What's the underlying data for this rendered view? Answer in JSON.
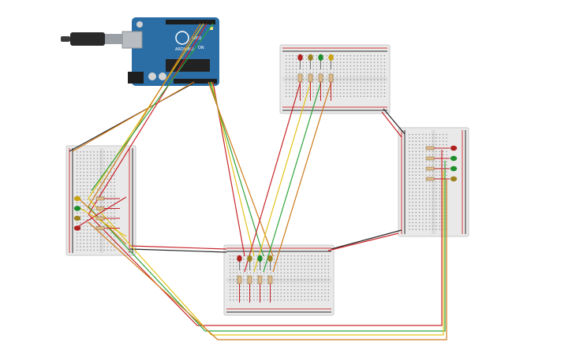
{
  "arduino": {
    "brand_text": "ARDUINO",
    "model_text": "UNO",
    "board_color": "#2b6ea5",
    "on_label": "ON"
  },
  "colors": {
    "wire_red": "#c8262a",
    "wire_yellow": "#e3c21a",
    "wire_green": "#2ea43a",
    "wire_orange": "#cf7a1c",
    "wire_black": "#222222",
    "led_red": "#b0201e",
    "led_yellow": "#c9a514",
    "led_green": "#1f8f2d",
    "led_amber": "#9c8320"
  },
  "breadboards": [
    {
      "id": "left",
      "leds": [
        "led_yellow",
        "led_green",
        "led_amber",
        "led_red"
      ]
    },
    {
      "id": "top-center",
      "leds": [
        "led_red",
        "led_amber",
        "led_green",
        "led_yellow"
      ]
    },
    {
      "id": "right",
      "leds": [
        "led_red",
        "led_green",
        "led_green",
        "led_amber"
      ]
    },
    {
      "id": "bottom-center",
      "leds": [
        "led_red",
        "led_amber",
        "led_green",
        "led_amber"
      ]
    }
  ]
}
